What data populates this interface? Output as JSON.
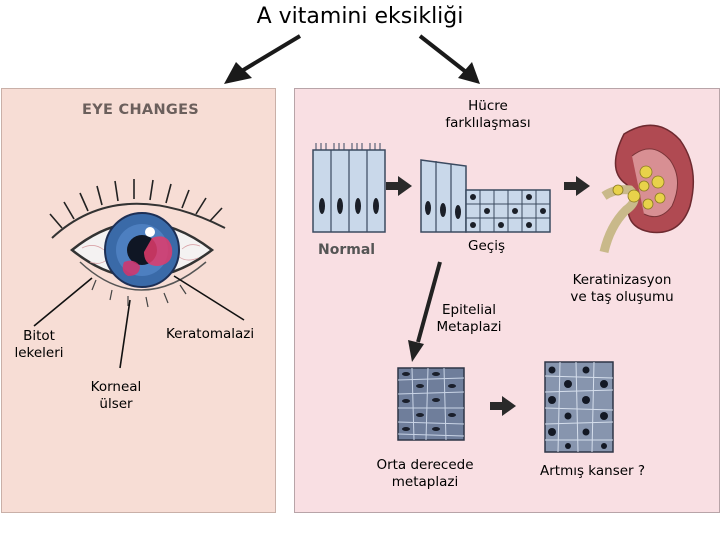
{
  "title": "A vitamini eksikliği",
  "left_panel": {
    "header": "EYE CHANGES",
    "labels": {
      "keratomalazi": "Keratomalazi",
      "bitot": "Bitot\nlekeleri",
      "korneal": "Korneal\nülser"
    }
  },
  "right_panel": {
    "hucre": "Hücre\nfarklılaşması",
    "normal": "Normal",
    "gecis": "Geçiş",
    "epitelial": "Epitelial\nMetaplazi",
    "keratinizasyon": "Keratinizasyon\nve taş oluşumu",
    "orta": "Orta derecede\nmetaplazi",
    "artmis": "Artmış kanser ?"
  },
  "colors": {
    "left_bg": "#f7ddd5",
    "right_bg": "#f9dfe3",
    "cell_fill": "#c9d8ea",
    "tissue_fill": "#6f7e9b",
    "kidney": "#b04a52",
    "stone": "#e8d24a"
  }
}
